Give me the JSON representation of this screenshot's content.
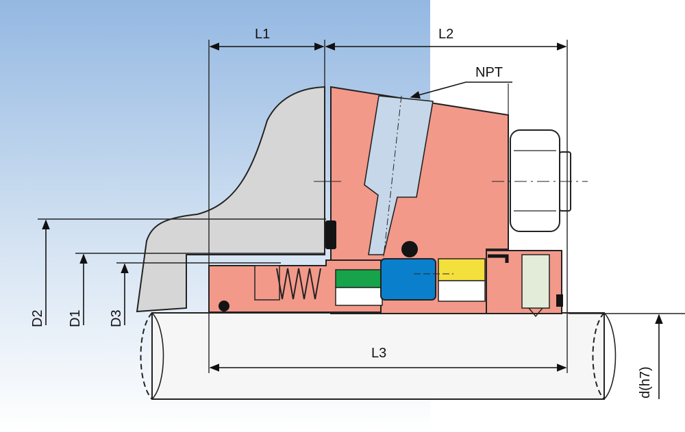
{
  "labels": {
    "l1": "L1",
    "l2": "L2",
    "l3": "L3",
    "npt": "NPT",
    "d1": "D1",
    "d2": "D2",
    "d3": "D3",
    "d": "d(h7)"
  },
  "colors": {
    "background_blue": "#a3c2e4",
    "housing_gray": "#d6d6d6",
    "gland_salmon": "#f2998a",
    "shaft_white": "#f6f6f6",
    "face_blue": "#0a80cc",
    "seat_green": "#16a34a",
    "yellow_part": "#f4e03c",
    "oring_black": "#141414",
    "line": "#222222"
  }
}
